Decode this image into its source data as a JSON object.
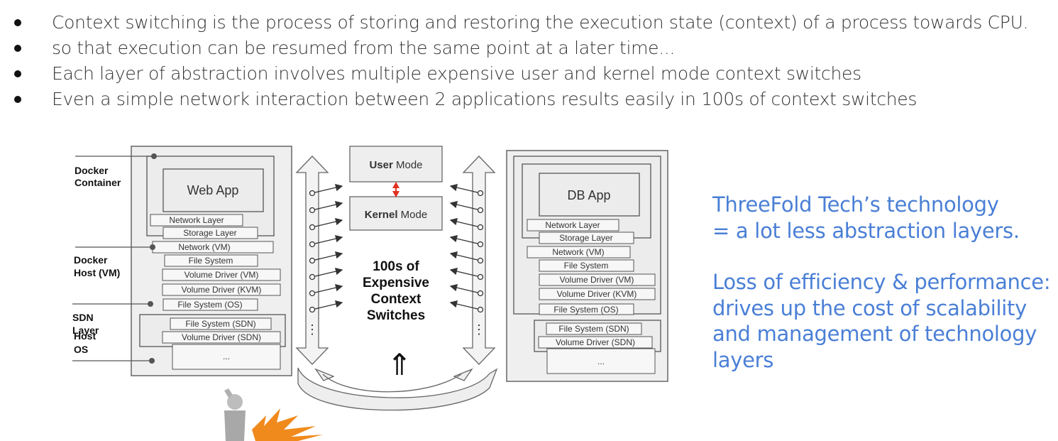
{
  "bullets": [
    "Context switching is the process of storing and restoring the execution state (context) of a process towards CPU.",
    "so that execution can be resumed from the same point at a later time...",
    "Each layer of abstraction involves multiple expensive user and kernel mode context switches",
    "Even a simple network interaction between 2 applications results easily in 100s of context switches"
  ],
  "diagram": {
    "left_labels": {
      "docker_container_1": "Docker",
      "docker_container_2": "Container",
      "docker_host_1": "Docker",
      "docker_host_2": "Host (VM)",
      "sdn_1": "SDN",
      "sdn_2": "Layer",
      "host_1": "Host",
      "host_2": "OS"
    },
    "left_stack": {
      "app": "Web App",
      "network_layer": "Network Layer",
      "storage_layer": "Storage Layer",
      "network_vm": "Network (VM)",
      "file_system": "File System",
      "volume_driver_vm": "Volume Driver (VM)",
      "volume_driver_kvm": "Volume Driver (KVM)",
      "file_system_os": "File System (OS)",
      "file_system_sdn": "File System (SDN)",
      "volume_driver_sdn": "Volume Driver (SDN)",
      "ellipsis": "..."
    },
    "right_stack": {
      "app": "DB App",
      "network_layer": "Network Layer",
      "storage_layer": "Storage Layer",
      "network_vm": "Network (VM)",
      "file_system": "File System",
      "volume_driver_vm": "Volume Driver (VM)",
      "volume_driver_kvm": "Volume Driver (KVM)",
      "file_system_os": "File System (OS)",
      "file_system_sdn": "File System (SDN)",
      "volume_driver_sdn": "Volume Driver (SDN)",
      "ellipsis": "..."
    },
    "user_mode_bold": "User",
    "user_mode_rest": " Mode",
    "kernel_mode_bold": "Kernel",
    "kernel_mode_rest": " Mode",
    "center_text": [
      "100s of",
      "Expensive",
      "Context",
      "Switches"
    ],
    "up_arrow": "⇑",
    "vdots": "⋮"
  },
  "side_text": {
    "line1": "ThreeFold Tech’s technology",
    "line2": "= a lot less abstraction layers.",
    "line3": "Loss of efficiency & performance:",
    "line4": "drives up the cost of scalability",
    "line5": "and management of technology",
    "line6": "layers"
  },
  "colors": {
    "accent_blue": "#4a7fd6",
    "red_arrow": "#e0321f",
    "orange_arrows": "#f08a1c",
    "box_fill": "#ececec"
  }
}
